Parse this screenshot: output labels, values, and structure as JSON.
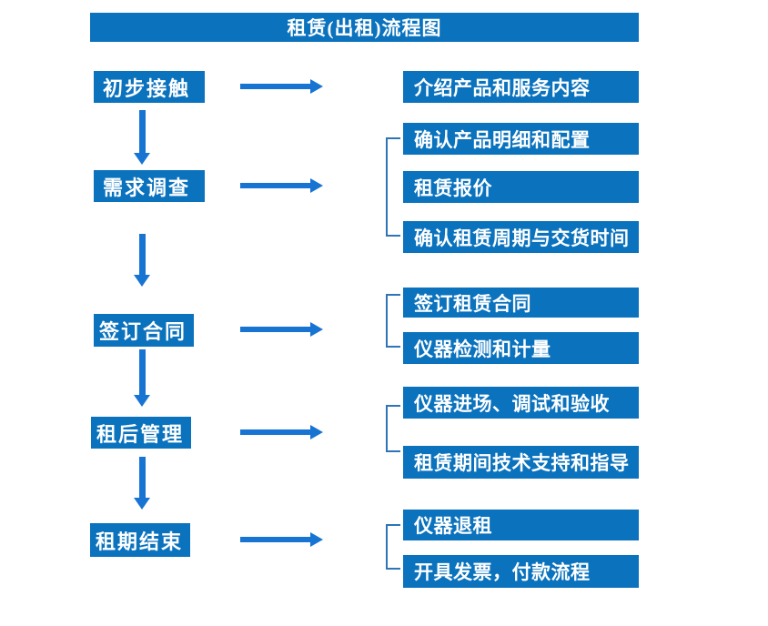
{
  "title": "租赁(出租)流程图",
  "colors": {
    "box_blue": "#0B72BD",
    "arrow_blue": "#1874D2",
    "bracket_blue": "#2E74B6",
    "text": "#FFFFFF",
    "background": "#FFFFFF"
  },
  "steps": [
    {
      "label": "初步接触",
      "details": [
        "介绍产品和服务内容"
      ]
    },
    {
      "label": "需求调查",
      "details": [
        "确认产品明细和配置",
        "租赁报价",
        "确认租赁周期与交货时间"
      ]
    },
    {
      "label": "签订合同",
      "details": [
        "签订租赁合同",
        "仪器检测和计量"
      ]
    },
    {
      "label": "租后管理",
      "details": [
        "仪器进场、调试和验收",
        "租赁期间技术支持和指导"
      ]
    },
    {
      "label": "租期结束",
      "details": [
        "仪器退租",
        "开具发票，付款流程"
      ]
    }
  ]
}
